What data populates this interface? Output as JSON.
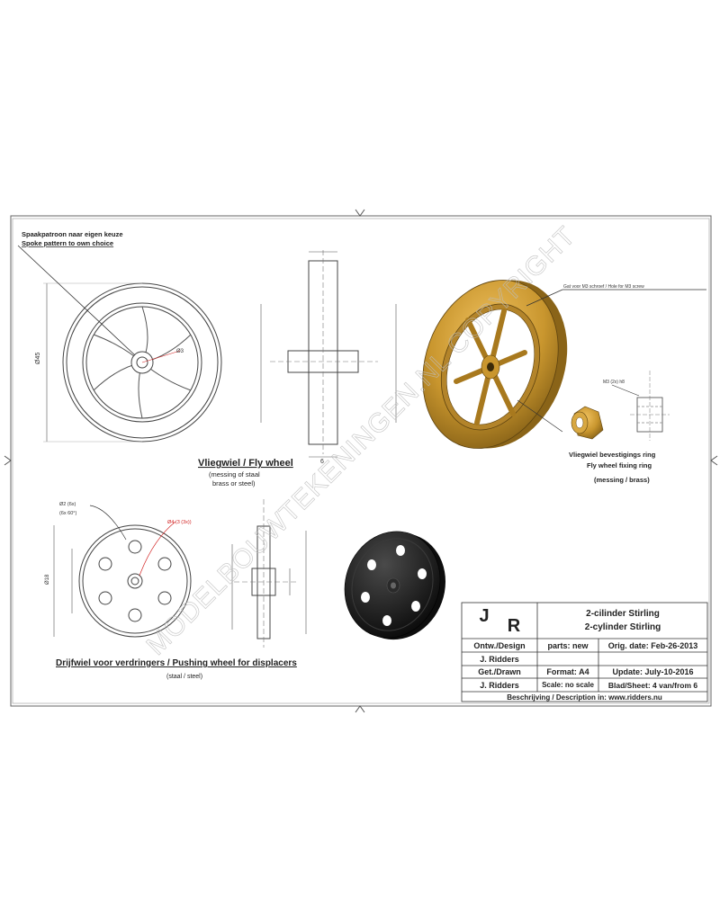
{
  "views": {
    "flywheel": {
      "spoke_note_nl": "Spaakpatroon naar eigen keuze",
      "spoke_note_en": "Spoke pattern to own choice",
      "title": "Vliegwiel / Fly wheel",
      "material_1": "(messing of staal",
      "material_2": "brass or steel)",
      "dim_dia": "Ø45",
      "dim_hub": "Ø3",
      "dim_width": "6"
    },
    "iso_note": "Gat voor M3 schroef / Hole for M3 screw",
    "fixing_ring": {
      "title_nl": "Vliegwiel bevestigings ring",
      "title_en": "Fly wheel fixing ring",
      "material": "(messing / brass)",
      "dim_top": "M3 (2x) h8"
    },
    "pushing_wheel": {
      "note_1": "Ø2 (6x)",
      "note_2": "(6x 60°)",
      "red_note": "Ø4 (3 (3x))",
      "title": "Drijfwiel voor verdringers / Pushing wheel for displacers",
      "material": "(staal / steel)",
      "dim_dia": "Ø18"
    }
  },
  "watermark": "MODELBOUWTEKENINGEN.NL COPYRIGHT",
  "title_block": {
    "logo_j": "J",
    "logo_r": "R",
    "title_nl": "2-cilinder Stirling",
    "title_en": "2-cylinder Stirling",
    "ontw_label": "Ontw./Design",
    "ontw_name": "J. Ridders",
    "get_label": "Get./Drawn",
    "get_name": "J. Ridders",
    "parts": "parts: new",
    "format": "Format: A4",
    "scale": "Scale: no scale",
    "orig_date": "Orig. date: Feb-26-2013",
    "update": "Update: July-10-2016",
    "sheet": "Blad/Sheet: 4 van/from 6",
    "description": "Beschrijving / Description in: www.ridders.nu"
  },
  "colors": {
    "brass": "#c9962e",
    "brass_dark": "#8a6418",
    "black_part": "#1a1a1a",
    "line": "#444444",
    "red": "#d22222"
  }
}
